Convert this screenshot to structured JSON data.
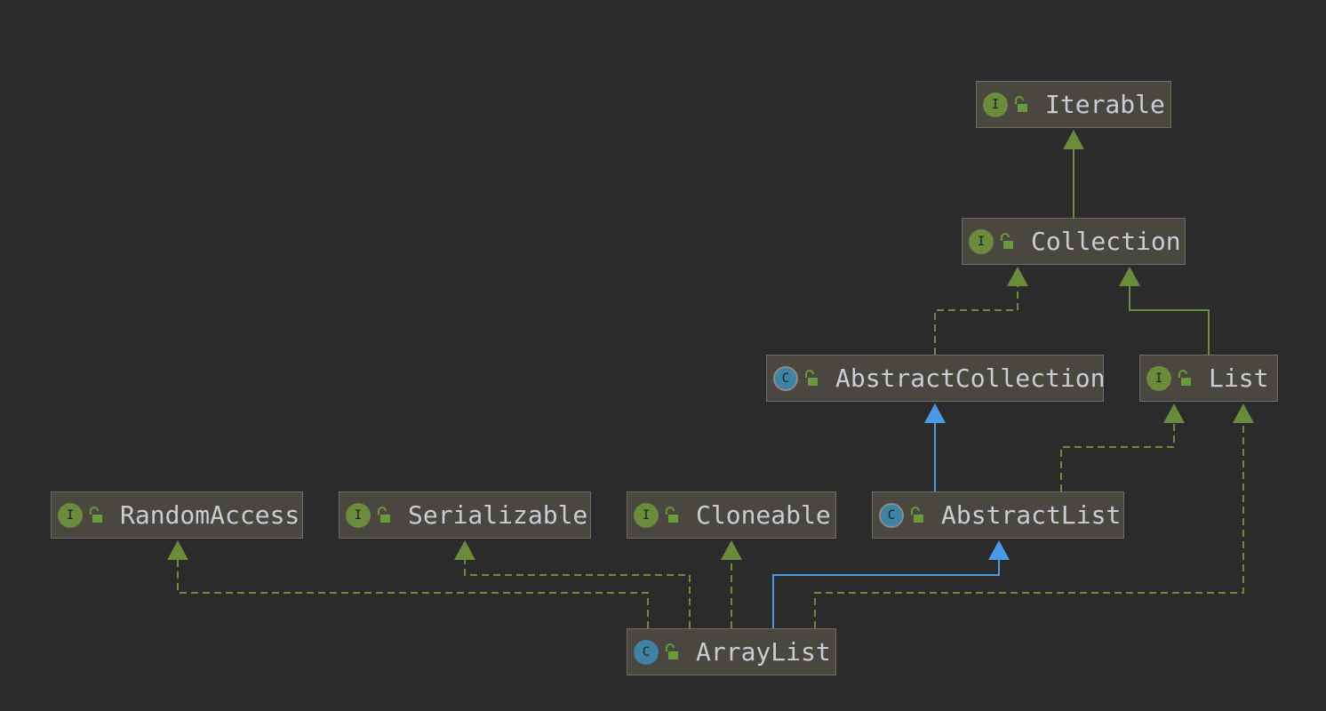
{
  "diagram": {
    "colors": {
      "background": "#2b2b2b",
      "node_fill": "#4a4740",
      "node_border": "#6f6c66",
      "interface_edge": "#6a8a3c",
      "class_edge": "#4c9ae6",
      "interface_badge": "#6a8a3c",
      "class_badge": "#3f82a3",
      "text": "#c7cdd6"
    },
    "nodes": [
      {
        "id": "iterable",
        "label": "Iterable",
        "kind": "interface",
        "kind_letter": "I",
        "icon": "interface-icon"
      },
      {
        "id": "collection",
        "label": "Collection",
        "kind": "interface",
        "kind_letter": "I",
        "icon": "interface-icon"
      },
      {
        "id": "abstract_collection",
        "label": "AbstractCollection",
        "kind": "abstract-class",
        "kind_letter": "C",
        "icon": "abstract-class-icon"
      },
      {
        "id": "list",
        "label": "List",
        "kind": "interface",
        "kind_letter": "I",
        "icon": "interface-icon"
      },
      {
        "id": "random_access",
        "label": "RandomAccess",
        "kind": "interface",
        "kind_letter": "I",
        "icon": "interface-icon"
      },
      {
        "id": "serializable",
        "label": "Serializable",
        "kind": "interface",
        "kind_letter": "I",
        "icon": "interface-icon"
      },
      {
        "id": "cloneable",
        "label": "Cloneable",
        "kind": "interface",
        "kind_letter": "I",
        "icon": "interface-icon"
      },
      {
        "id": "abstract_list",
        "label": "AbstractList",
        "kind": "abstract-class",
        "kind_letter": "C",
        "icon": "abstract-class-icon"
      },
      {
        "id": "array_list",
        "label": "ArrayList",
        "kind": "class",
        "kind_letter": "C",
        "icon": "class-icon"
      }
    ],
    "edges": [
      {
        "from": "collection",
        "to": "iterable",
        "relation": "extends-interface",
        "style": "solid",
        "color": "#6a8a3c"
      },
      {
        "from": "abstract_collection",
        "to": "collection",
        "relation": "implements",
        "style": "dashed",
        "color": "#6a8a3c"
      },
      {
        "from": "list",
        "to": "collection",
        "relation": "extends-interface",
        "style": "solid",
        "color": "#6a8a3c"
      },
      {
        "from": "abstract_list",
        "to": "abstract_collection",
        "relation": "extends",
        "style": "solid",
        "color": "#4c9ae6"
      },
      {
        "from": "abstract_list",
        "to": "list",
        "relation": "implements",
        "style": "dashed",
        "color": "#6a8a3c"
      },
      {
        "from": "array_list",
        "to": "random_access",
        "relation": "implements",
        "style": "dashed",
        "color": "#6a8a3c"
      },
      {
        "from": "array_list",
        "to": "serializable",
        "relation": "implements",
        "style": "dashed",
        "color": "#6a8a3c"
      },
      {
        "from": "array_list",
        "to": "cloneable",
        "relation": "implements",
        "style": "dashed",
        "color": "#6a8a3c"
      },
      {
        "from": "array_list",
        "to": "abstract_list",
        "relation": "extends",
        "style": "solid",
        "color": "#4c9ae6"
      },
      {
        "from": "array_list",
        "to": "list",
        "relation": "implements",
        "style": "dashed",
        "color": "#6a8a3c"
      }
    ]
  }
}
